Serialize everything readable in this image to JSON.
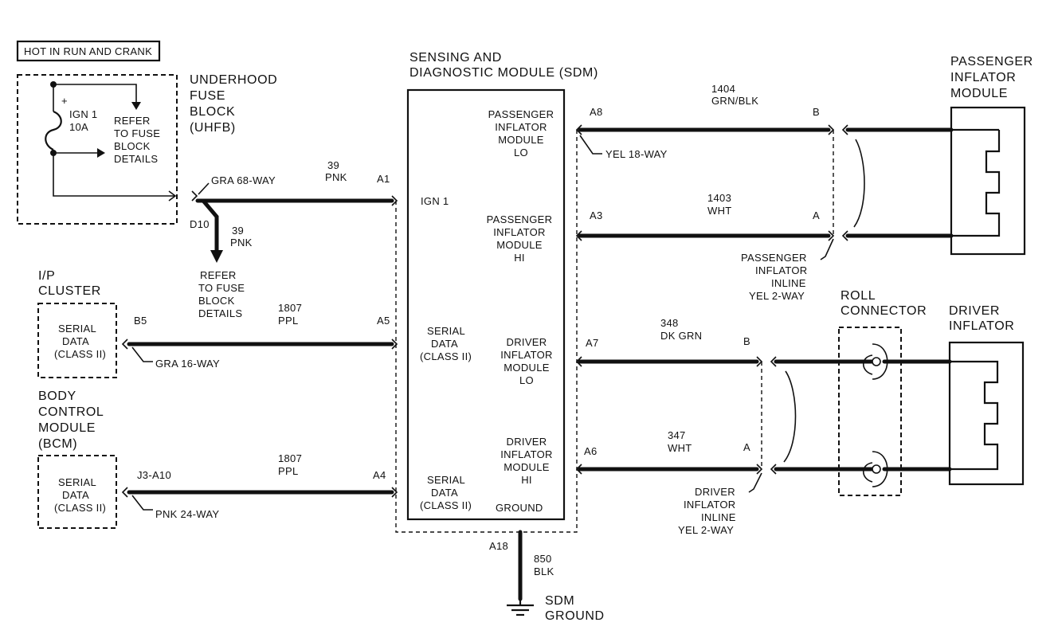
{
  "power_label": "HOT IN RUN AND CRANK",
  "uhfb": {
    "title": [
      "UNDERHOOD",
      "FUSE",
      "BLOCK",
      "(UHFB)"
    ],
    "fuse_plus": "+",
    "fuse_name": [
      "IGN 1",
      "10A"
    ],
    "refer": [
      "REFER",
      "TO FUSE",
      "BLOCK",
      "DETAILS"
    ],
    "connector": "GRA 68-WAY",
    "splice_pin": "D10",
    "branch_wire": [
      "39",
      "PNK"
    ],
    "branch_refer": [
      "REFER",
      "TO FUSE",
      "BLOCK",
      "DETAILS"
    ]
  },
  "ign_wire": {
    "circuit": "39",
    "color": "PNK",
    "pin": "A1"
  },
  "ip_cluster": {
    "title": [
      "I/P",
      "CLUSTER"
    ],
    "box_text": [
      "SERIAL",
      "DATA",
      "(CLASS II)"
    ],
    "pin": "B5",
    "connector": "GRA 16-WAY",
    "wire": {
      "circuit": "1807",
      "color": "PPL",
      "pin": "A5"
    }
  },
  "bcm": {
    "title": [
      "BODY",
      "CONTROL",
      "MODULE",
      "(BCM)"
    ],
    "box_text": [
      "SERIAL",
      "DATA",
      "(CLASS II)"
    ],
    "pin": "J3-A10",
    "connector": "PNK 24-WAY",
    "wire": {
      "circuit": "1807",
      "color": "PPL",
      "pin": "A4"
    }
  },
  "sdm": {
    "title": [
      "SENSING AND",
      "DIAGNOSTIC MODULE (SDM)"
    ],
    "ign": "IGN 1",
    "serial1": [
      "SERIAL",
      "DATA",
      "(CLASS II)"
    ],
    "serial2": [
      "SERIAL",
      "DATA",
      "(CLASS II)"
    ],
    "pass_lo": [
      "PASSENGER",
      "INFLATOR",
      "MODULE",
      "LO"
    ],
    "pass_hi": [
      "PASSENGER",
      "INFLATOR",
      "MODULE",
      "HI"
    ],
    "drv_lo": [
      "DRIVER",
      "INFLATOR",
      "MODULE",
      "LO"
    ],
    "drv_hi": [
      "DRIVER",
      "INFLATOR",
      "MODULE",
      "HI"
    ],
    "ground": "GROUND",
    "connector": "YEL 18-WAY"
  },
  "passenger_wires": {
    "top": {
      "pin": "A8",
      "circuit": "1404",
      "color": "GRN/BLK",
      "end_pin": "B"
    },
    "bottom": {
      "pin": "A3",
      "circuit": "1403",
      "color": "WHT",
      "end_pin": "A"
    },
    "inline": [
      "PASSENGER",
      "INFLATOR",
      "INLINE",
      "YEL 2-WAY"
    ]
  },
  "passenger_module": {
    "title": [
      "PASSENGER",
      "INFLATOR",
      "MODULE"
    ]
  },
  "driver_wires": {
    "top": {
      "pin": "A7",
      "circuit": "348",
      "color": "DK GRN",
      "end_pin": "B"
    },
    "bottom": {
      "pin": "A6",
      "circuit": "347",
      "color": "WHT",
      "end_pin": "A"
    },
    "inline": [
      "DRIVER",
      "INFLATOR",
      "INLINE",
      "YEL 2-WAY"
    ]
  },
  "roll_connector": {
    "title": [
      "ROLL",
      "CONNECTOR"
    ]
  },
  "driver_inflator": {
    "title": [
      "DRIVER",
      "INFLATOR"
    ]
  },
  "ground_wire": {
    "pin": "A18",
    "circuit": "850",
    "color": "BLK",
    "label": [
      "SDM",
      "GROUND"
    ]
  }
}
